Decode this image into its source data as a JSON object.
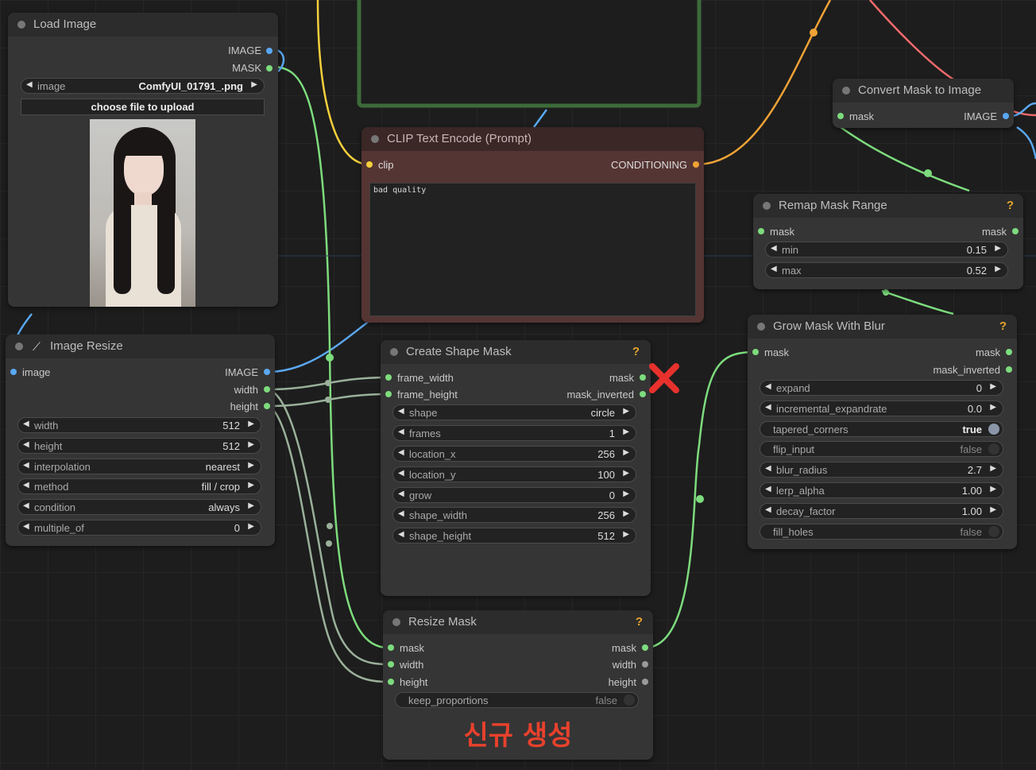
{
  "colors": {
    "wire_green": "#7ddc7d",
    "wire_blue": "#5aa8f2",
    "wire_yellow": "#f5cf3c",
    "wire_orange": "#f0a236",
    "wire_red": "#f06a6a",
    "help": "#e7a52b",
    "annotation": "#e8412c"
  },
  "load_image": {
    "title": "Load Image",
    "out_image": "IMAGE",
    "out_mask": "MASK",
    "image_label": "image",
    "image_value": "ComfyUI_01791_.png",
    "upload_label": "choose file to upload"
  },
  "clip": {
    "title": "CLIP Text Encode (Prompt)",
    "in_clip": "clip",
    "out_cond": "CONDITIONING",
    "text": "bad quality"
  },
  "convert": {
    "title": "Convert Mask to Image",
    "in_mask": "mask",
    "out_image": "IMAGE"
  },
  "remap": {
    "title": "Remap Mask Range",
    "help": "?",
    "in_mask": "mask",
    "out_mask": "mask",
    "widgets": [
      {
        "label": "min",
        "value": "0.15"
      },
      {
        "label": "max",
        "value": "0.52"
      }
    ]
  },
  "resize": {
    "title": "Image Resize",
    "in_image": "image",
    "out_image": "IMAGE",
    "out_width": "width",
    "out_height": "height",
    "widgets": [
      {
        "label": "width",
        "value": "512"
      },
      {
        "label": "height",
        "value": "512"
      },
      {
        "label": "interpolation",
        "value": "nearest"
      },
      {
        "label": "method",
        "value": "fill / crop"
      },
      {
        "label": "condition",
        "value": "always"
      },
      {
        "label": "multiple_of",
        "value": "0"
      }
    ]
  },
  "shape": {
    "title": "Create Shape Mask",
    "help": "?",
    "in_fw": "frame_width",
    "in_fh": "frame_height",
    "out_mask": "mask",
    "out_inv": "mask_inverted",
    "widgets": [
      {
        "label": "shape",
        "value": "circle"
      },
      {
        "label": "frames",
        "value": "1"
      },
      {
        "label": "location_x",
        "value": "256"
      },
      {
        "label": "location_y",
        "value": "100"
      },
      {
        "label": "grow",
        "value": "0"
      },
      {
        "label": "shape_width",
        "value": "256"
      },
      {
        "label": "shape_height",
        "value": "512"
      }
    ]
  },
  "grow": {
    "title": "Grow Mask With Blur",
    "help": "?",
    "in_mask": "mask",
    "out_mask": "mask",
    "out_inv": "mask_inverted",
    "widgets": [
      {
        "label": "expand",
        "value": "0",
        "kind": "number"
      },
      {
        "label": "incremental_expandrate",
        "value": "0.0",
        "kind": "number"
      },
      {
        "label": "tapered_corners",
        "value": "true",
        "kind": "toggle",
        "on": true
      },
      {
        "label": "flip_input",
        "value": "false",
        "kind": "toggle",
        "on": false
      },
      {
        "label": "blur_radius",
        "value": "2.7",
        "kind": "number"
      },
      {
        "label": "lerp_alpha",
        "value": "1.00",
        "kind": "number"
      },
      {
        "label": "decay_factor",
        "value": "1.00",
        "kind": "number"
      },
      {
        "label": "fill_holes",
        "value": "false",
        "kind": "toggle",
        "on": false
      }
    ]
  },
  "resize_mask": {
    "title": "Resize Mask",
    "help": "?",
    "in_mask": "mask",
    "in_width": "width",
    "in_height": "height",
    "out_mask": "mask",
    "out_width": "width",
    "out_height": "height",
    "toggle_label": "keep_proportions",
    "toggle_value": "false",
    "annotation": "신규 생성"
  }
}
